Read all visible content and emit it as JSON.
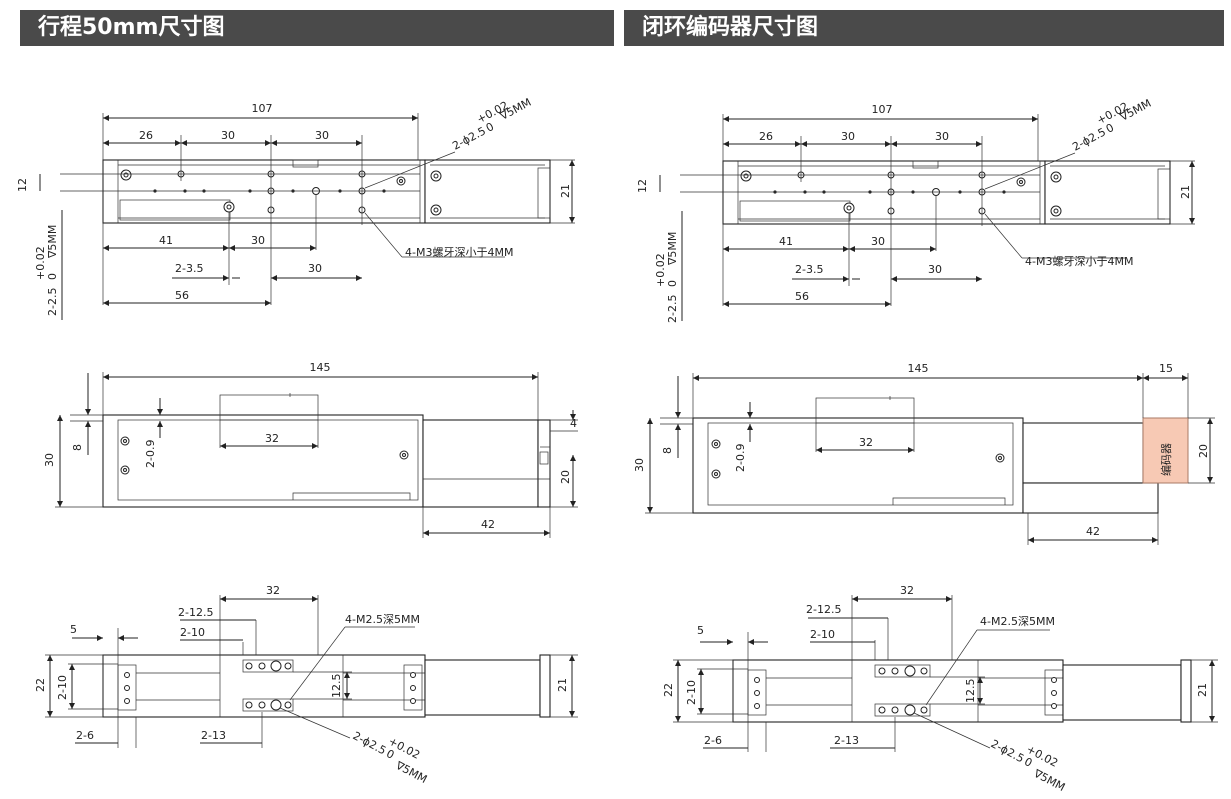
{
  "headers": {
    "left": "行程50mm尺寸图",
    "right": "闭环编码器尺寸图"
  },
  "top_view": {
    "dims": [
      "107",
      "26",
      "30",
      "30",
      "12",
      "21",
      "41",
      "30",
      "2-3.5",
      "30",
      "56"
    ],
    "hole_note": "2-ϕ2.5",
    "tol_upper": "+0.02",
    "tol_lower": "0",
    "depth": "∇5MM",
    "side_note": "2-2.5",
    "side_tol_upper": "+0.02",
    "side_tol_lower": "0",
    "side_depth": "∇5MM",
    "thread_note": "4-M3螺牙深小于4MM"
  },
  "side_view": {
    "dims": [
      "145",
      "30",
      "8",
      "2-0.9",
      "32",
      "4",
      "20",
      "42"
    ],
    "encoder_dim": "15",
    "encoder_height": "20",
    "encoder_label": "编码器"
  },
  "bottom_view": {
    "dims": [
      "32",
      "2-12.5",
      "2-10",
      "5",
      "22",
      "2-10",
      "12.5",
      "21",
      "2-6",
      "2-13"
    ],
    "thread_note": "4-M2.5深5MM",
    "hole_note": "2-ϕ2.5",
    "tol_upper": "+0.02",
    "tol_lower": "0",
    "depth": "∇5MM"
  }
}
